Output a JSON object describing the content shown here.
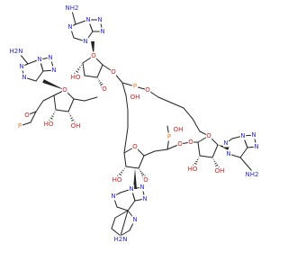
{
  "colors": {
    "carbon": "#222222",
    "oxygen": "#d31f1f",
    "nitrogen": "#2a2ae0",
    "phosphorus": "#e67e22"
  },
  "labels": {
    "nh2": "NH2",
    "h2n": "H2N",
    "n": "N",
    "o": "O",
    "oh": "OH",
    "ho": "HO",
    "p": "P"
  }
}
